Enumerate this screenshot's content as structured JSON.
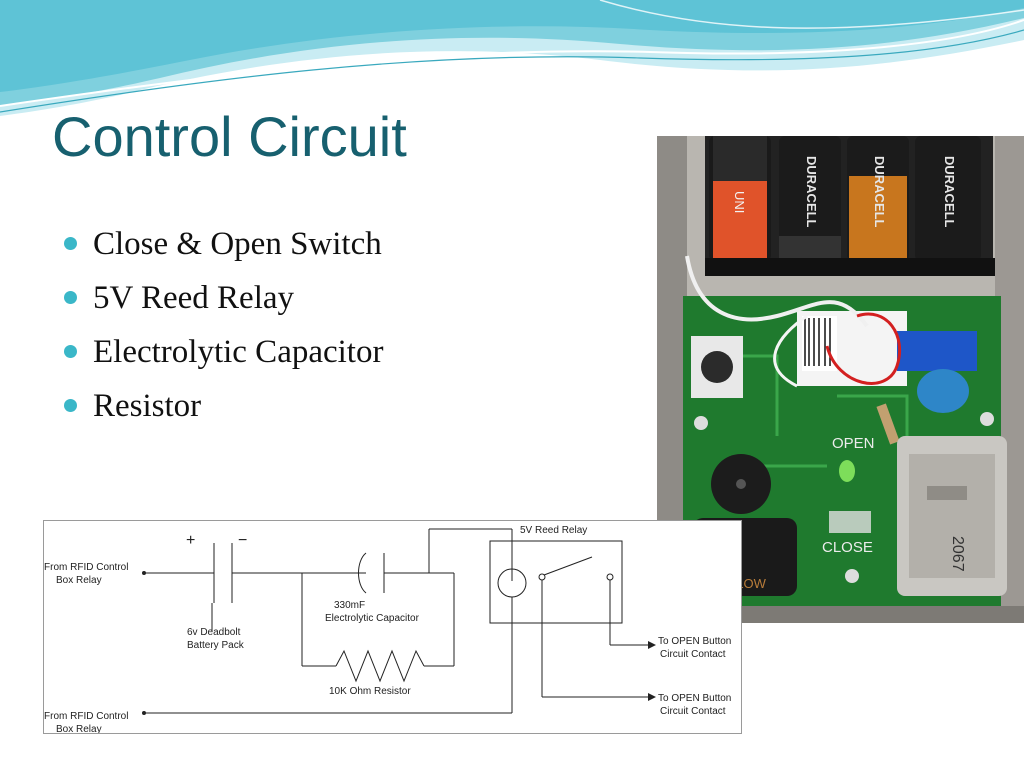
{
  "slide": {
    "title": "Control Circuit",
    "bullets": [
      "Close & Open Switch",
      "5V Reed Relay",
      "Electrolytic Capacitor",
      "Resistor"
    ]
  },
  "schematic": {
    "from_rfid_1_line1": "From RFID Control",
    "from_rfid_1_line2": "Box Relay",
    "from_rfid_2_line1": "From RFID Control",
    "from_rfid_2_line2": "Box Relay",
    "plus": "+",
    "minus": "−",
    "battery_line1": "6v Deadbolt",
    "battery_line2": "Battery Pack",
    "cap_value": "330mF",
    "cap_label": "Electrolytic Capacitor",
    "resistor_label": "10K Ohm Resistor",
    "relay_label": "5V Reed Relay",
    "open1_line1": "To OPEN Button",
    "open1_line2": "Circuit Contact",
    "open2_line1": "To OPEN Button",
    "open2_line2": "Circuit Contact"
  },
  "photo": {
    "board_open_label": "OPEN",
    "board_close_label": "CLOSE",
    "motor_label": "2067",
    "battery_brands": [
      "UNI",
      "DURACELL",
      "DURACELL",
      "DURACELL"
    ],
    "cap_marking": "LOW  LOW"
  },
  "colors": {
    "title": "#17606f",
    "bullet": "#3ab7c8",
    "wave_dark": "#5ec3d6",
    "wave_light": "#bfe8f0",
    "pcb": "#1f7a2e"
  }
}
